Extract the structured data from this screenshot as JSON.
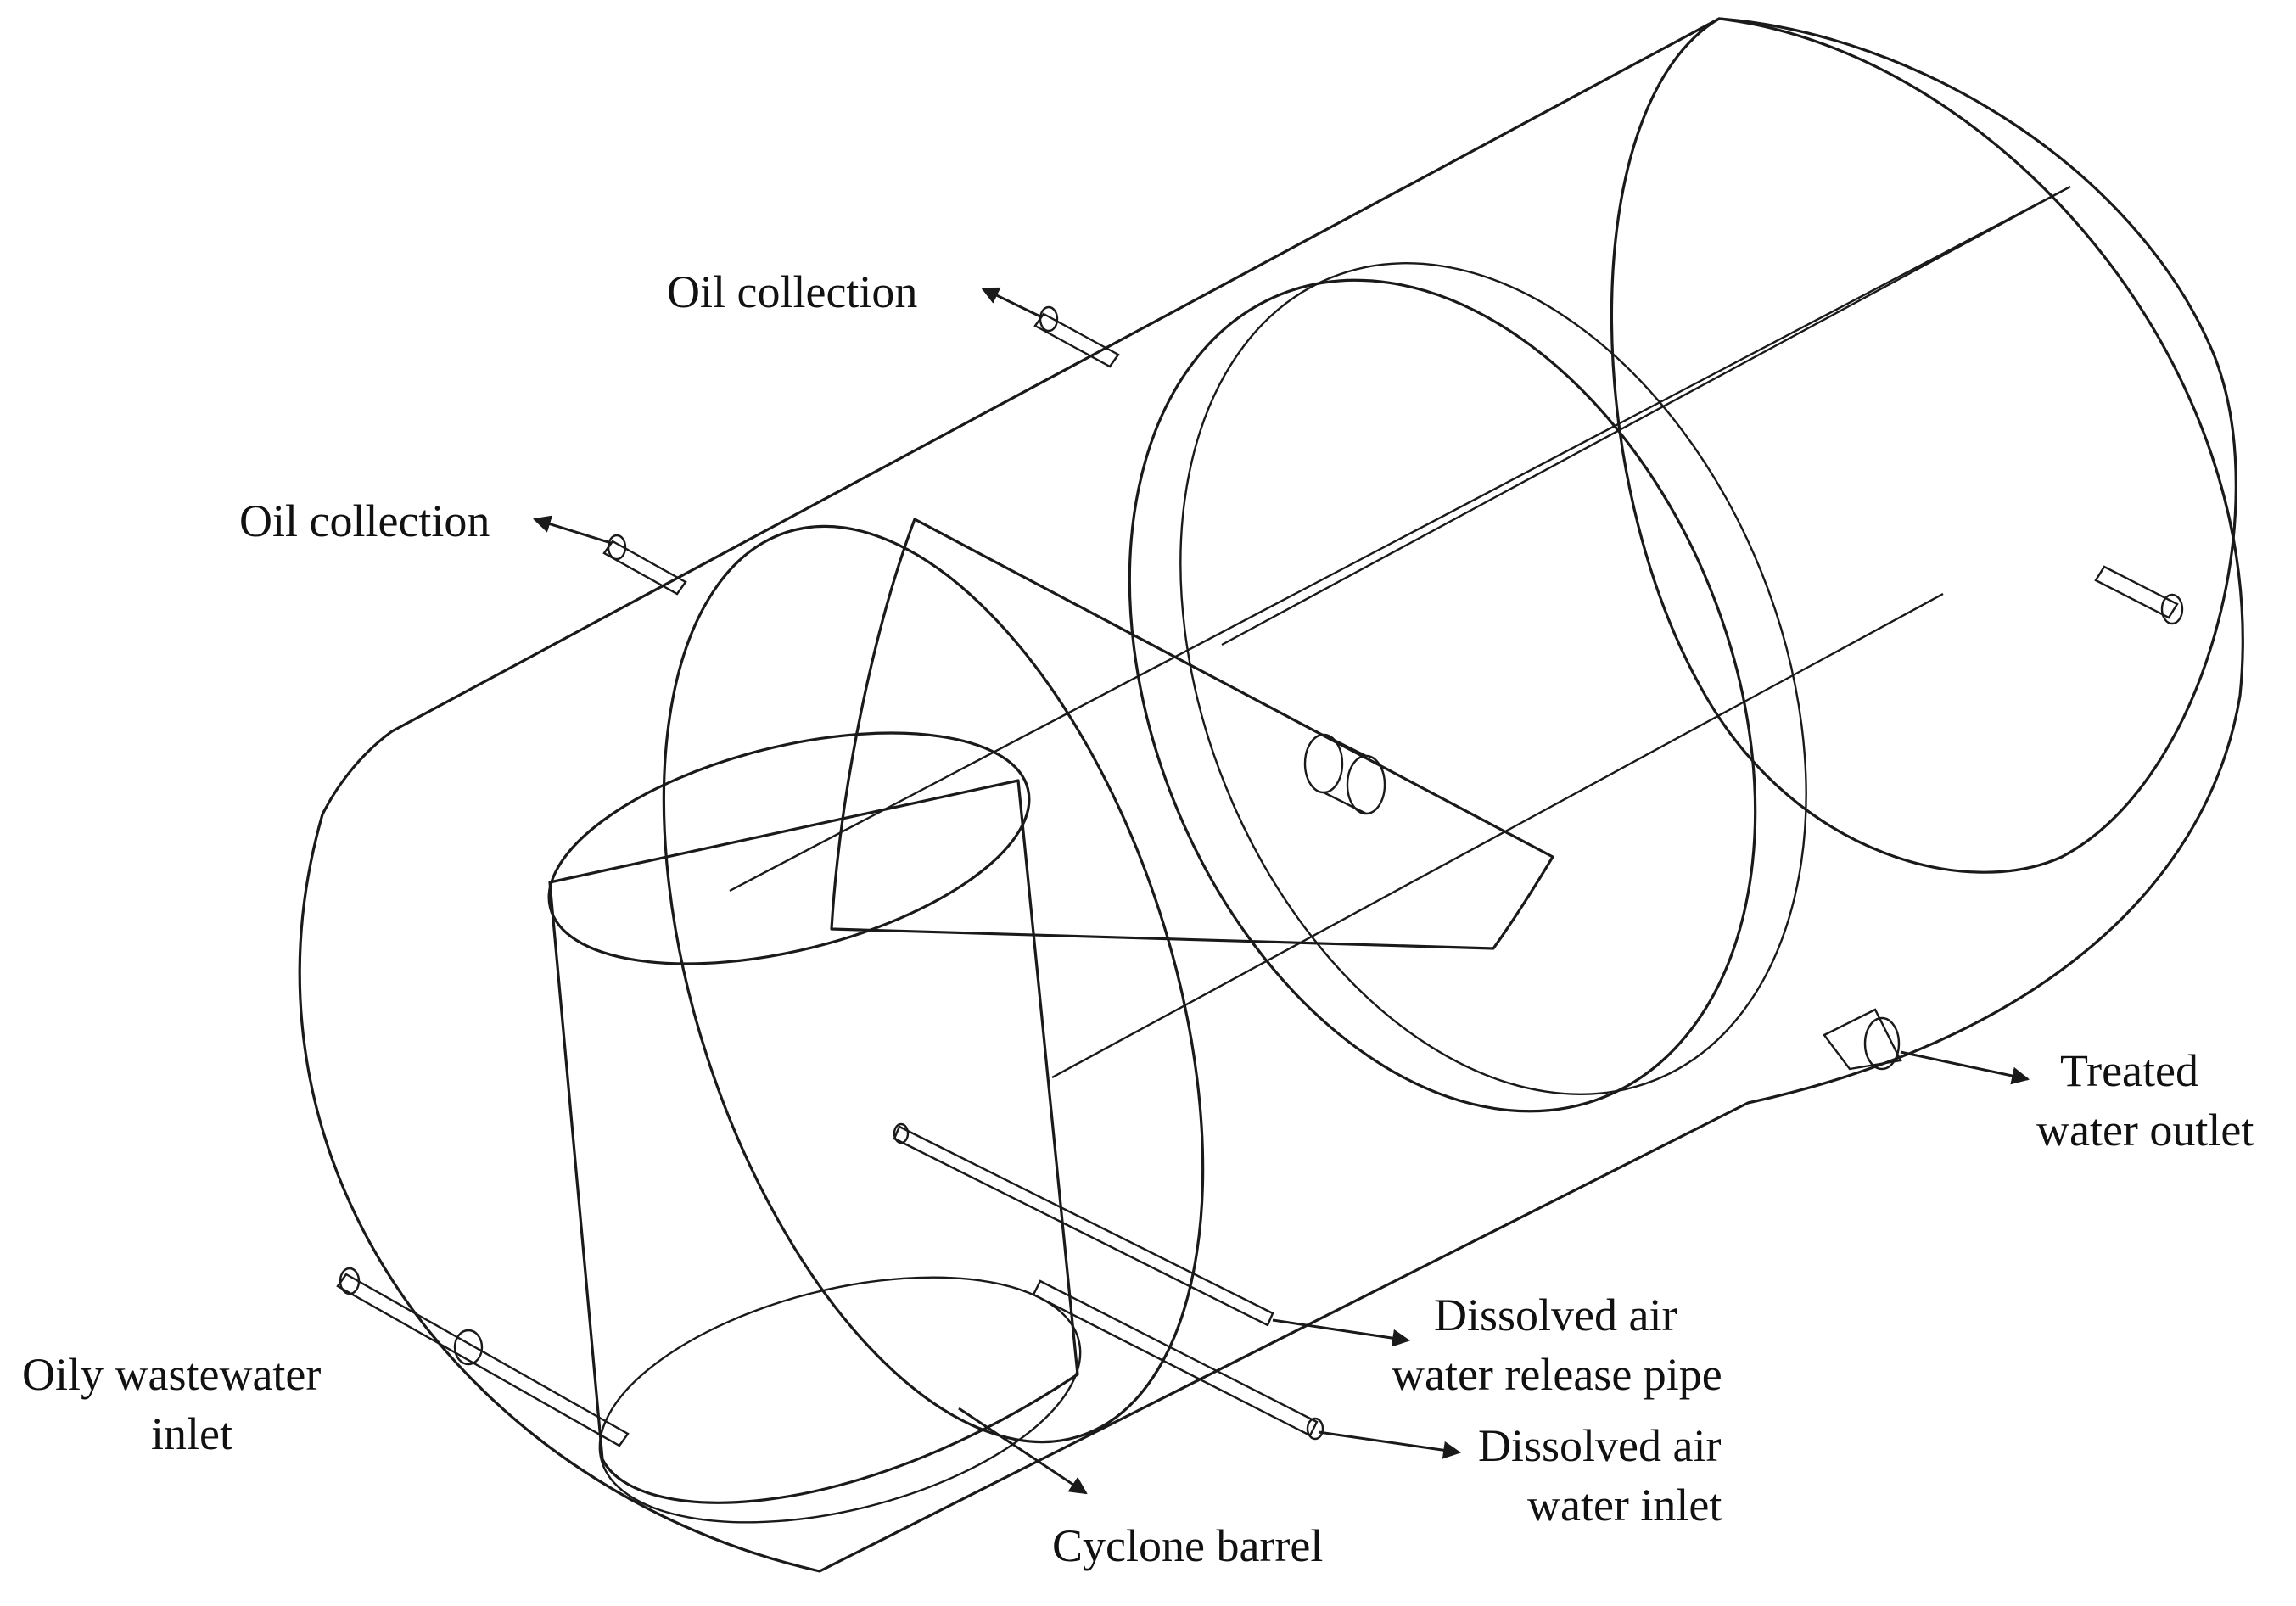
{
  "labels": {
    "oil_collection_top": "Oil collection",
    "oil_collection_left": "Oil collection",
    "treated_line1": "Treated",
    "treated_line2": "water outlet",
    "release_line1": "Dissolved air",
    "release_line2": "water release pipe",
    "inlet_line1": "Dissolved air",
    "inlet_line2": "water inlet",
    "oily_line1": "Oily wastewater",
    "oily_line2": "inlet",
    "cyclone": "Cyclone barrel"
  },
  "colors": {
    "tank_fill": "#ececec",
    "partition_fill": "#d9d9d9",
    "cyclone_fill": "#c9c9c9",
    "stroke": "#1a1a1a"
  }
}
